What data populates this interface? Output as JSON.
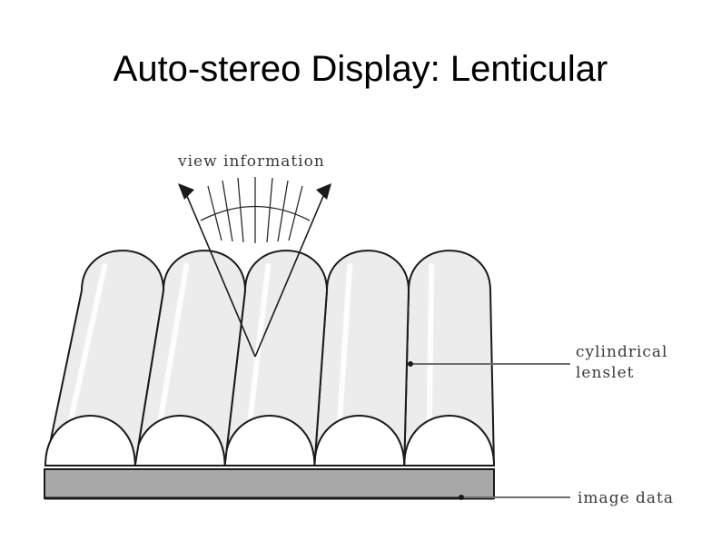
{
  "slide": {
    "title": "Auto-stereo Display: Lenticular"
  },
  "diagram": {
    "labels": {
      "view_information": "view information",
      "cylindrical_line1": "cylindrical",
      "cylindrical_line2": "lenslet",
      "image_data": "image data"
    },
    "lenslet_count": 5,
    "colors": {
      "lens_fill": "#ececec",
      "lens_stroke": "#1a1a1a",
      "image_data_fill": "#a8a8a8",
      "leader_line": "#6e6e6e",
      "ray": "#1a1a1a"
    }
  }
}
